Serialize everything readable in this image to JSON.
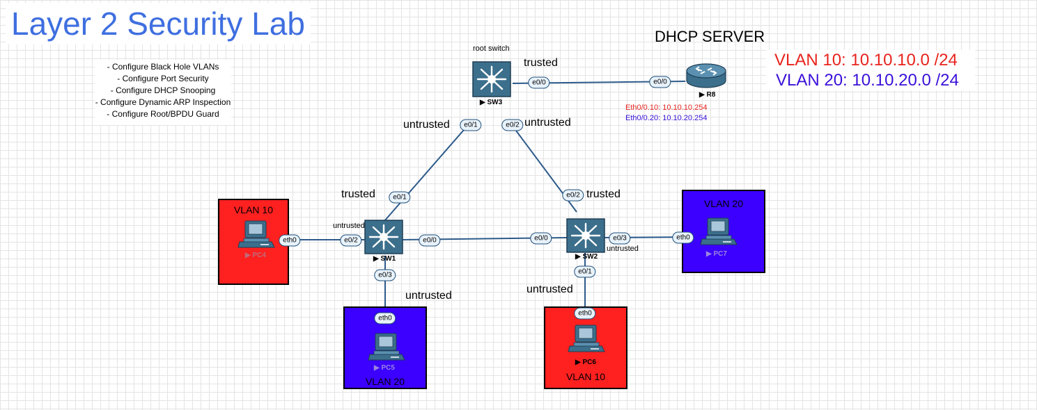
{
  "title": "Layer 2 Security Lab",
  "tasks": [
    "- Configure Black Hole VLANs",
    "- Configure Port Security",
    "- Configure DHCP Snooping",
    "- Configure Dynamic ARP Inspection",
    "- Configure Root/BPDU Guard"
  ],
  "dhcp_server_label": "DHCP SERVER",
  "networks": {
    "vlan10": "VLAN 10: 10.10.10.0 /24",
    "vlan20": "VLAN 20: 10.10.20.0 /24"
  },
  "colors": {
    "vlan10": "#ff2020",
    "vlan20": "#3b00ff",
    "title": "#3f6fe0",
    "link": "#2c5a8a",
    "port_border": "#1f4e79",
    "vlan10_text": "#e8231c",
    "vlan20_text": "#3a10d8"
  },
  "devices": {
    "sw3": {
      "label": "▶ SW3",
      "caption": "root switch"
    },
    "sw1": {
      "label": "▶ SW1"
    },
    "sw2": {
      "label": "▶ SW2"
    },
    "r8": {
      "label": "▶ R8",
      "sub1": "Eth0/0.10: 10.10.10.254",
      "sub2": "Eth0/0.20: 10.10.20.254"
    },
    "pc4": {
      "label": "▶ PC4",
      "vlan": "VLAN 10"
    },
    "pc5": {
      "label": "▶ PC5",
      "vlan": "VLAN 20"
    },
    "pc6": {
      "label": "▶ PC6",
      "vlan": "VLAN 10"
    },
    "pc7": {
      "label": "▶ PC7",
      "vlan": "VLAN 20"
    }
  },
  "ports": {
    "sw3_e00": "e0/0",
    "r8_e00": "e0/0",
    "sw3_e01": "e0/1",
    "sw3_e02": "e0/2",
    "sw1_e01": "e0/1",
    "sw2_e02": "e0/2",
    "sw1_e02": "e0/2",
    "pc4_eth0": "eth0",
    "sw1_e00": "e0/0",
    "sw2_e00": "e0/0",
    "sw2_e03": "e0/3",
    "pc7_eth0": "eth0",
    "sw1_e03": "e0/3",
    "pc5_eth0": "eth0",
    "sw2_e01": "e0/1",
    "pc6_eth0": "eth0"
  },
  "trust_labels": {
    "sw3_r8": "trusted",
    "sw3_e01": "untrusted",
    "sw3_e02": "untrusted",
    "sw1_e01": "trusted",
    "sw2_e02": "trusted",
    "sw1_e02": "untrusted",
    "sw2_e03": "untrusted",
    "sw1_e03": "untrusted",
    "sw2_e01": "untrusted"
  }
}
